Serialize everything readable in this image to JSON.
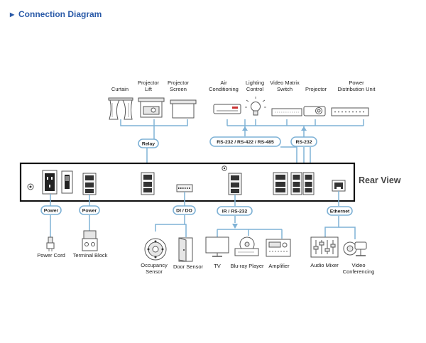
{
  "heading": {
    "bullet": "▶",
    "title": "Connection Diagram"
  },
  "rear_view_label": "Rear View",
  "top_devices": [
    {
      "icon": "curtain-icon",
      "lines": [
        "Curtain",
        ""
      ]
    },
    {
      "icon": "projector-lift-icon",
      "lines": [
        "Projector",
        "Lift"
      ]
    },
    {
      "icon": "projector-screen-icon",
      "lines": [
        "Projector",
        "Screen"
      ]
    },
    {
      "icon": "air-conditioner-icon",
      "lines": [
        "Air",
        "Conditioning"
      ]
    },
    {
      "icon": "lightbulb-icon",
      "lines": [
        "Lighting",
        "Control"
      ]
    },
    {
      "icon": "video-matrix-switch-icon",
      "lines": [
        "Video Matrix",
        "Switch"
      ]
    },
    {
      "icon": "projector-icon",
      "lines": [
        "Projector",
        ""
      ]
    },
    {
      "icon": "power-distribution-unit-icon",
      "lines": [
        "Power",
        "Distribution Unit"
      ]
    }
  ],
  "port_labels": {
    "relay": "Relay",
    "rs_multi": "RS-232 / RS-422 / RS-485",
    "rs232": "RS-232",
    "power_1": "Power",
    "power_2": "Power",
    "dido": "DI / DO",
    "ir_rs232": "IR / RS-232",
    "ethernet": "Ethernet"
  },
  "bottom_devices": [
    {
      "icon": "power-cord-icon",
      "lines": [
        "Power Cord",
        ""
      ]
    },
    {
      "icon": "terminal-block-icon",
      "lines": [
        "Terminal Block",
        ""
      ]
    },
    {
      "icon": "occupancy-sensor-icon",
      "lines": [
        "Occupancy",
        "Sensor"
      ]
    },
    {
      "icon": "door-sensor-icon",
      "lines": [
        "Door Sensor",
        ""
      ]
    },
    {
      "icon": "tv-icon",
      "lines": [
        "TV",
        ""
      ]
    },
    {
      "icon": "blu-ray-player-icon",
      "lines": [
        "Blu-ray Player",
        ""
      ]
    },
    {
      "icon": "amplifier-icon",
      "lines": [
        "Amplifier",
        ""
      ]
    },
    {
      "icon": "audio-mixer-icon",
      "lines": [
        "Audio Mixer",
        ""
      ]
    },
    {
      "icon": "video-conferencing-icon",
      "lines": [
        "Video",
        "Conferencing"
      ]
    }
  ],
  "colors": {
    "heading": "#2a5aa8",
    "wire": "#7fb2d6",
    "panel_border": "#111111",
    "rear_view": "#444444"
  }
}
